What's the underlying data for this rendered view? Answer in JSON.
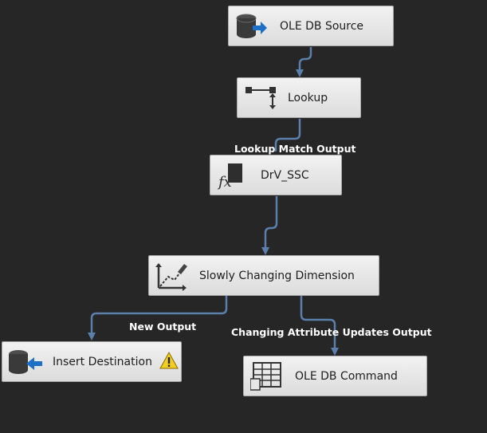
{
  "canvas": {
    "background": "#262626",
    "connector_color": "#5b7fab"
  },
  "nodes": {
    "ole_db_source": {
      "label": "OLE DB Source",
      "icon": "database-source-icon"
    },
    "lookup": {
      "label": "Lookup",
      "icon": "lookup-icon"
    },
    "derived_column": {
      "label": "DrV_SSC",
      "icon": "fx-derived-column-icon"
    },
    "scd": {
      "label": "Slowly Changing Dimension",
      "icon": "slowly-changing-dimension-icon"
    },
    "insert_destination": {
      "label": "Insert Destination",
      "icon": "database-destination-icon",
      "status": "warning-icon"
    },
    "ole_db_command": {
      "label": "OLE DB Command",
      "icon": "ole-db-command-icon"
    }
  },
  "paths": {
    "lookup_match": "Lookup Match Output",
    "new_output": "New Output",
    "changing_attribute": "Changing Attribute Updates Output"
  }
}
